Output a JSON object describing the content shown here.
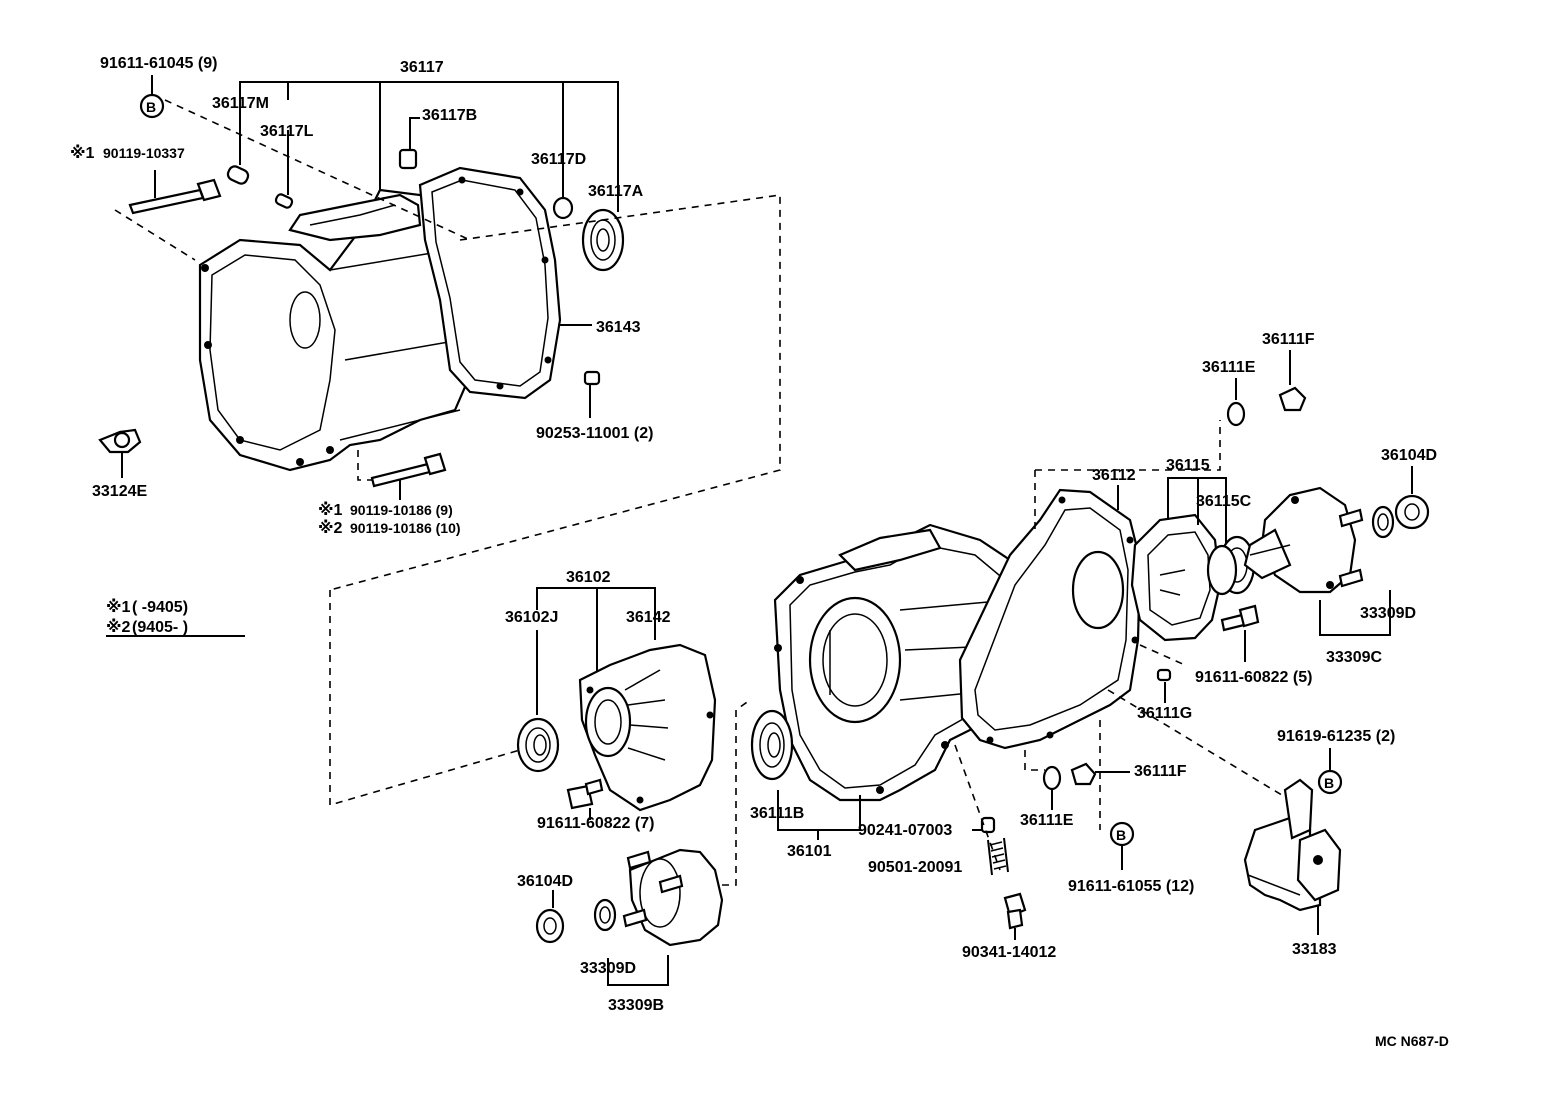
{
  "labels": {
    "p91611_61045": "91611-61045 (9)",
    "p36117": "36117",
    "p36117M": "36117M",
    "p36117B": "36117B",
    "p36117L": "36117L",
    "p36117D": "36117D",
    "p36117A": "36117A",
    "p90119_10337": "90119-10337",
    "p36143": "36143",
    "p90253_11001": "90253-11001 (2)",
    "p33124E": "33124E",
    "p90119_10186_9": "90119-10186 (9)",
    "p90119_10186_10": "90119-10186 (10)",
    "p36111F_top": "36111F",
    "p36111E_top": "36111E",
    "p36104D_right": "36104D",
    "p36112": "36112",
    "p36115": "36115",
    "p36115C": "36115C",
    "p36102": "36102",
    "p36102J": "36102J",
    "p36142": "36142",
    "p33309D_right": "33309D",
    "p33309C": "33309C",
    "p91611_60822_5": "91611-60822 (5)",
    "p36111G": "36111G",
    "p91619_61235": "91619-61235 (2)",
    "p36111F_bottom": "36111F",
    "p91611_60822_7": "91611-60822 (7)",
    "p36111B": "36111B",
    "p90241_07003": "90241-07003",
    "p36111E_bottom": "36111E",
    "p36101": "36101",
    "p90501_20091": "90501-20091",
    "p91611_61055": "91611-61055 (12)",
    "p36104D_left": "36104D",
    "p33309D_left": "33309D",
    "p33309B": "33309B",
    "p90341_14012": "90341-14012",
    "p33183": "33183"
  },
  "markers": {
    "note1": "※1",
    "note2": "※2",
    "bolt_circle": "B"
  },
  "legend": {
    "note1_range": "(       -9405)",
    "note2_range": "(9405-        )"
  },
  "diagram_code": "MC  N687-D"
}
